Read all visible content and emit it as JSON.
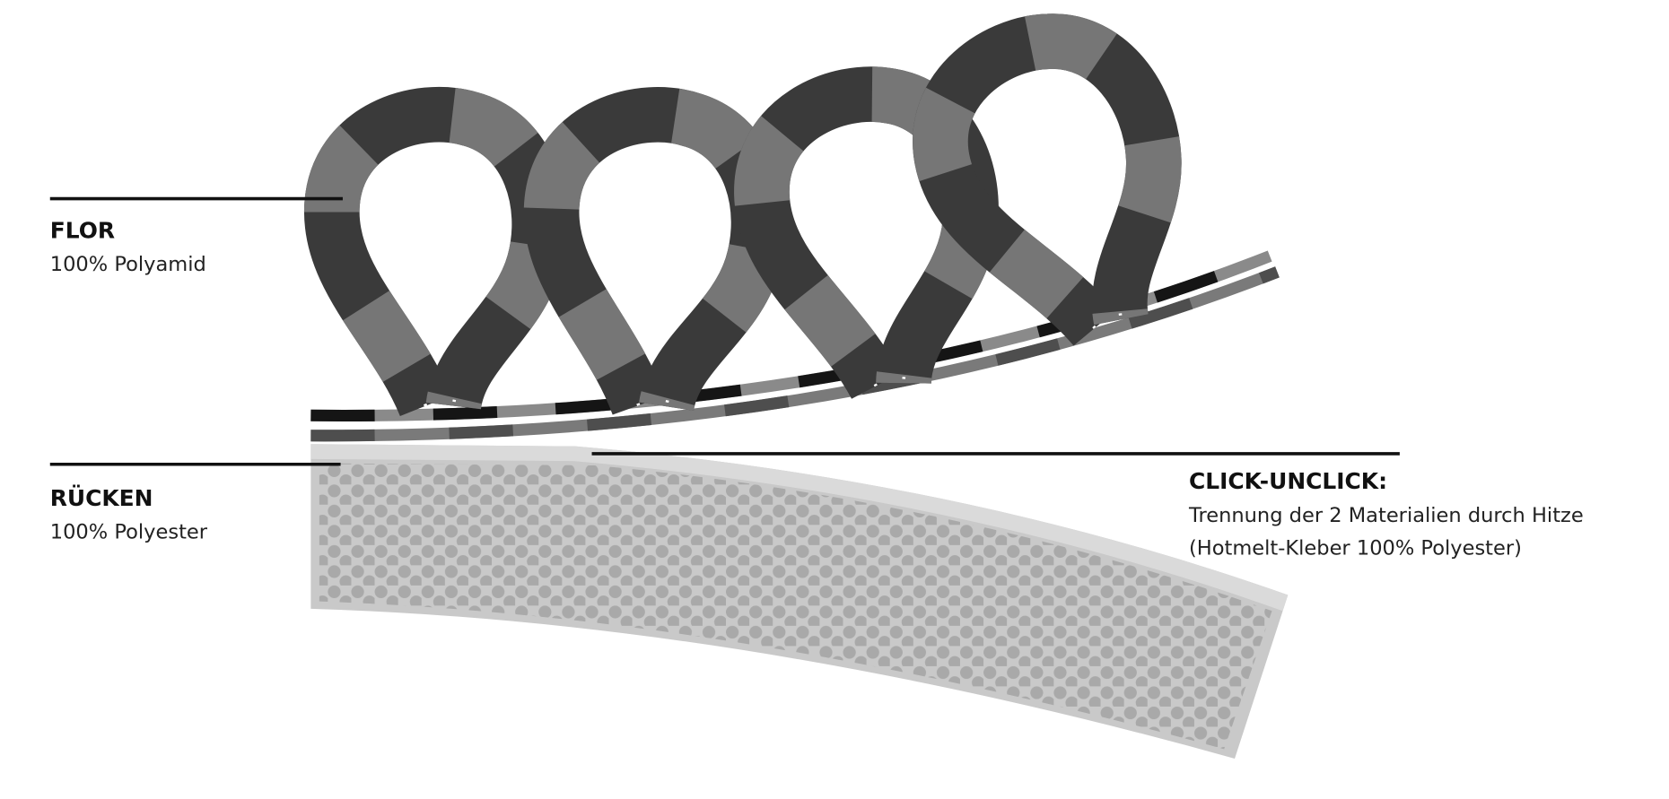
{
  "labels": {
    "flor": {
      "title": "FLOR",
      "subtitle": "100% Polyamid"
    },
    "ruecken": {
      "title": "RÜCKEN",
      "subtitle": "100% Polyester"
    },
    "click": {
      "title": "CLICK-UNCLICK:",
      "line1": "Trennung der 2 Materialien durch Hitze",
      "line2": "(Hotmelt-Kleber 100% Polyester)"
    }
  },
  "colors": {
    "dark": "#3a3a3a",
    "mid": "#737373",
    "light": "#c9c9c9",
    "dot": "#a9a9a9",
    "black": "#151515"
  }
}
